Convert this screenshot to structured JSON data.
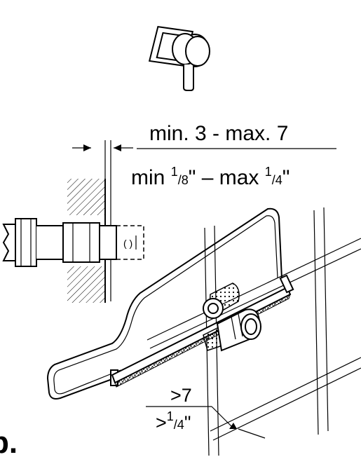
{
  "labels": {
    "metric_range": "min. 3 - max. 7",
    "imperial_min_prefix": "min ",
    "imperial_min_num": "1",
    "imperial_min_den": "/8",
    "imperial_mid": "\" – max ",
    "imperial_max_num": "1",
    "imperial_max_den": "/4",
    "imperial_end": "\"",
    "saw_clearance_metric": ">7",
    "saw_clearance_prefix": ">",
    "saw_clearance_num": "1",
    "saw_clearance_den": "/4",
    "saw_clearance_end": "\"",
    "step_marker": "b."
  }
}
